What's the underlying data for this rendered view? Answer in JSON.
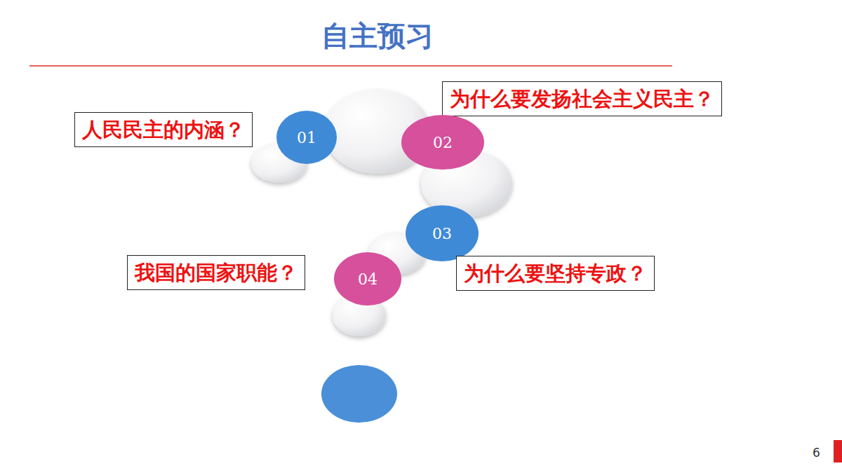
{
  "diagram": {
    "title": "自主预习",
    "nodes": [
      {
        "text": [
          "为什么要发扬社会主义民主？"
        ]
      },
      {
        "text": [
          "人民民主的内涵？"
        ]
      },
      {
        "text": [
          "01"
        ]
      },
      {
        "text": [
          "02"
        ]
      },
      {
        "text": [
          "03"
        ]
      },
      {
        "text": [
          "我国的国家职能？"
        ]
      },
      {
        "text": [
          "04"
        ]
      },
      {
        "text": [
          "为什么要坚持专政？"
        ]
      }
    ],
    "labels": [
      "6"
    ]
  }
}
